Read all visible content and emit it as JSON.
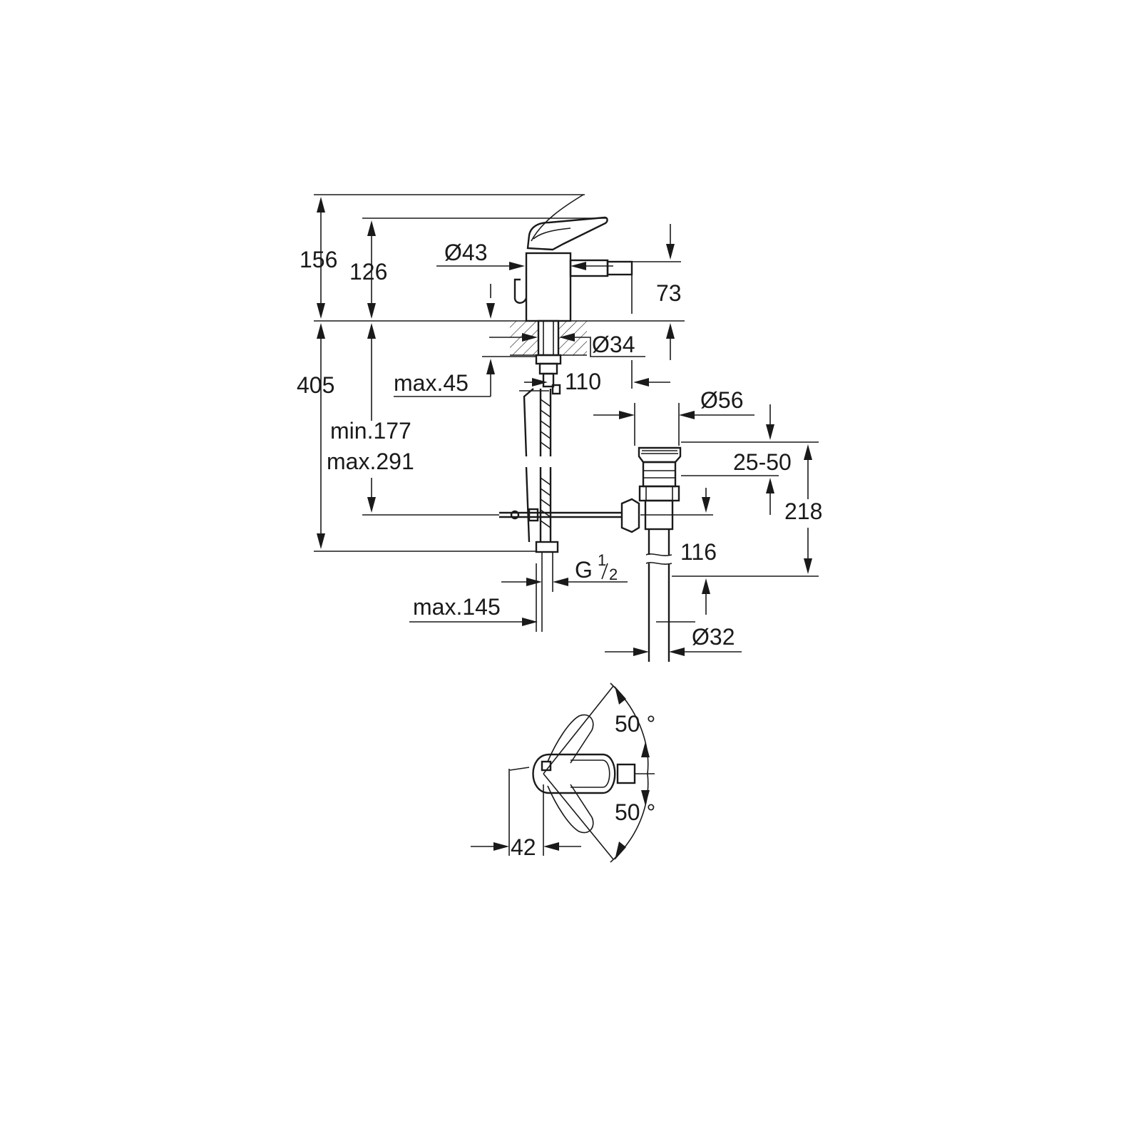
{
  "drawing": {
    "labels": {
      "h156": "156",
      "h126": "126",
      "d43": "Ø43",
      "h73": "73",
      "d34": "Ø34",
      "max45": "max.45",
      "w110": "110",
      "h405": "405",
      "min177": "min.177",
      "max291": "max.291",
      "d56": "Ø56",
      "r2550": "25-50",
      "h218": "218",
      "h116": "116",
      "g": "G",
      "g_frac_num": "1",
      "g_frac_den": "2",
      "max145": "max.145",
      "d32": "Ø32",
      "a50_top": "50 °",
      "a50_bottom": "50 °",
      "w42": "42"
    }
  }
}
